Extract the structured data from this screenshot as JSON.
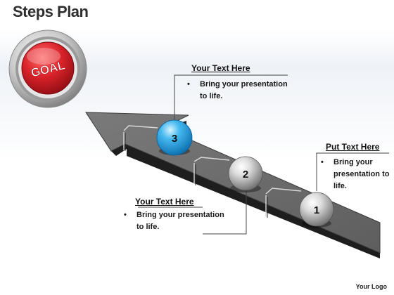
{
  "slide": {
    "title": "Steps Plan",
    "footer_logo": "Your Logo"
  },
  "goal_button": {
    "label": "GOAL",
    "color": "#d9222a"
  },
  "steps": [
    {
      "number": "1",
      "color": "#8c8c8c"
    },
    {
      "number": "2",
      "color": "#8c8c8c"
    },
    {
      "number": "3",
      "color": "#1a9be0"
    }
  ],
  "callouts": {
    "top": {
      "heading": "Your Text Here",
      "bullets": [
        "Bring your presentation to life."
      ]
    },
    "right": {
      "heading": "Put Text Here",
      "bullets": [
        "Bring your presentation to life."
      ]
    },
    "bottom": {
      "heading": "Your Text Here",
      "bullets": [
        "Bring your presentation to life."
      ]
    }
  },
  "colors": {
    "arrow_top": "#6f6f6f",
    "arrow_side": "#1e1e1e",
    "accent_blue": "#1a9be0"
  }
}
